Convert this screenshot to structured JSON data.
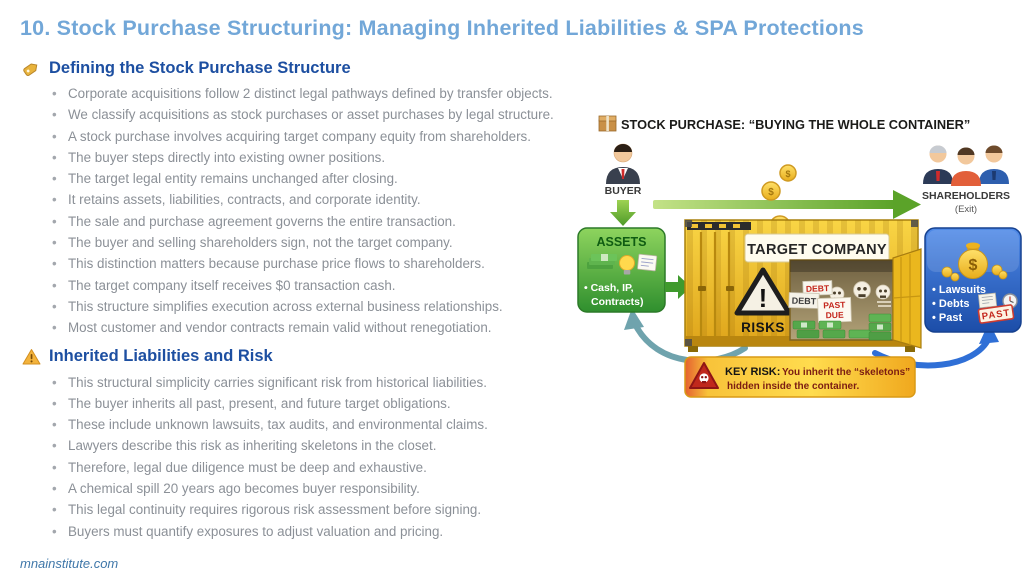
{
  "title": "10. Stock Purchase Structuring: Managing Inherited Liabilities & SPA Protections",
  "footer": "mnainstitute.com",
  "sections": [
    {
      "heading": "Defining the Stock Purchase Structure",
      "bullets": [
        "Corporate acquisitions follow 2 distinct legal pathways defined by transfer objects.",
        "We classify acquisitions as stock purchases or asset purchases by legal structure.",
        "A stock purchase involves acquiring target company equity from shareholders.",
        "The buyer steps directly into existing owner positions.",
        "The target legal entity remains unchanged after closing.",
        "It retains assets, liabilities, contracts, and corporate identity.",
        "The sale and purchase agreement governs the entire transaction.",
        "The buyer and selling shareholders sign, not the target company.",
        "This distinction matters because purchase price flows to shareholders.",
        "The target company itself receives $0 transaction cash.",
        "This structure simplifies execution across external business relationships.",
        "Most customer and vendor contracts remain valid without renegotiation."
      ]
    },
    {
      "heading": "Inherited Liabilities and Risk",
      "bullets": [
        "This structural simplicity carries significant risk from historical liabilities.",
        "The buyer inherits all past, present, and future target obligations.",
        "These include unknown lawsuits, tax audits, and environmental claims.",
        "Lawyers describe this risk as inheriting skeletons in the closet.",
        "Therefore, legal due diligence must be deep and exhaustive.",
        "A chemical spill 20 years ago becomes buyer responsibility.",
        "This legal continuity requires rigorous risk assessment before signing.",
        "Buyers must quantify exposures to adjust valuation and pricing."
      ]
    }
  ],
  "diagram": {
    "heading": "STOCK PURCHASE: “BUYING THE WHOLE CONTAINER”",
    "currency": "$",
    "buyer": {
      "label": "BUYER"
    },
    "shareholders": {
      "label": "SHAREHOLDERS",
      "sublabel": "(Exit)"
    },
    "assets": {
      "title": "ASSETS",
      "line1": "• Cash, IP,",
      "line2": "Contracts)"
    },
    "container": {
      "label": "TARGET COMPANY",
      "risks": "RISKS",
      "risks_mark": "!",
      "debt1": "DEBT",
      "debt2": "DEBT",
      "past_due": {
        "line1": "PAST",
        "line2": "DUE"
      }
    },
    "liabilities": {
      "items": [
        "• Lawsuits",
        "• Debts",
        "• Past"
      ],
      "stamp": "PAST"
    },
    "key_risk": {
      "label": "KEY RISK:",
      "line1": "You inherit the “skeletons”",
      "line2": "hidden inside the container."
    }
  },
  "colors": {
    "title_blue": "#72a7d8",
    "heading_blue": "#1d4fa1",
    "bullet_gray": "#8b9097",
    "container_yellow": "#f2c335",
    "assets_green": "#3f9a35",
    "liabilities_blue": "#2a62c4",
    "arrow_green": "#76b82a",
    "banner_yellow": "#ffd84a"
  }
}
